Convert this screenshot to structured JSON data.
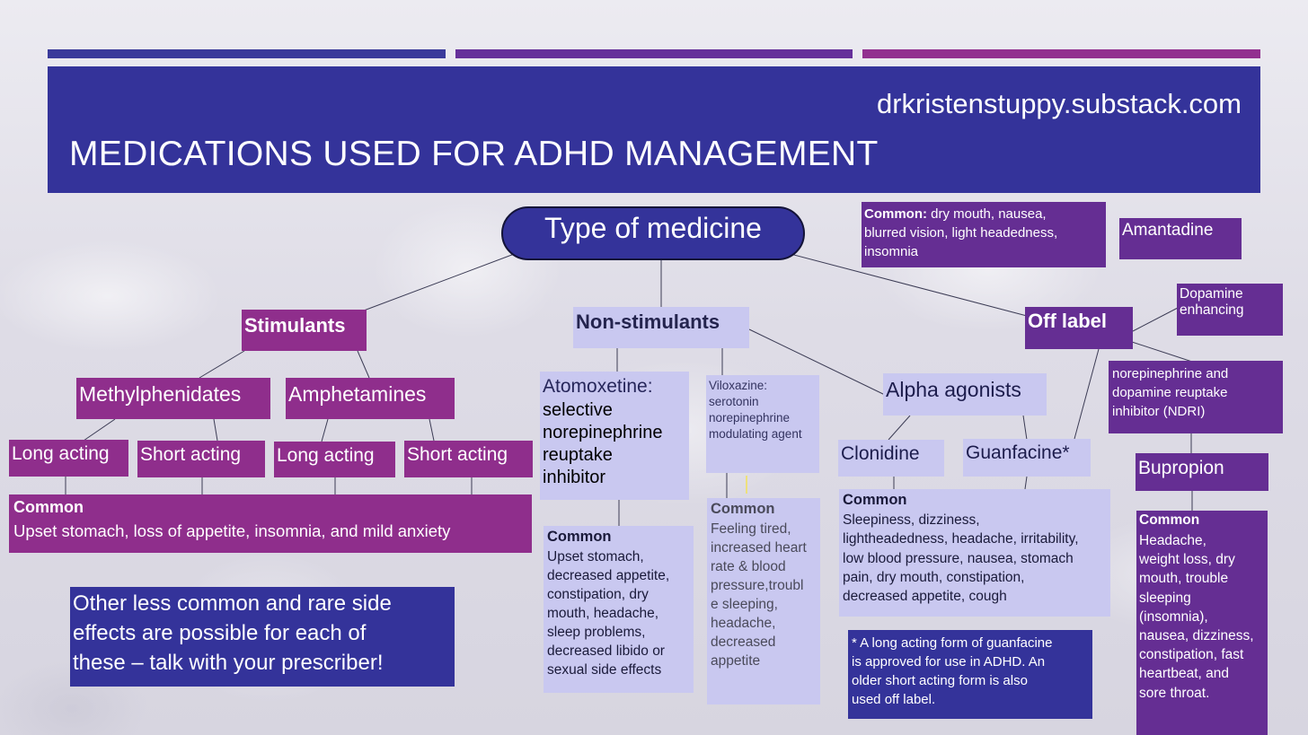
{
  "header": {
    "url": "drkristenstuppy.substack.com",
    "title": "MEDICATIONS USED FOR ADHD MANAGEMENT"
  },
  "root": "Type of medicine",
  "stimulants": {
    "label": "Stimulants",
    "methylphenidates": "Methylphenidates",
    "amphetamines": "Amphetamines",
    "long_acting": "Long acting",
    "short_acting": "Short acting",
    "common_title": "Common",
    "common_text": "Upset stomach, loss of appetite, insomnia, and mild anxiety"
  },
  "non_stimulants": {
    "label": "Non-stimulants",
    "atomoxetine_title": "Atomoxetine:",
    "atomoxetine_desc": "selective\nnorepinephrine\nreuptake\ninhibitor",
    "atomoxetine_common_title": "Common",
    "atomoxetine_common_text": "Upset stomach,\ndecreased appetite,\nconstipation, dry\nmouth, headache,\nsleep problems,\ndecreased libido or\nsexual side effects",
    "viloxazine": "Viloxazine:\nserotonin\nnorepinephrine\nmodulating agent",
    "viloxazine_common_title": "Common",
    "viloxazine_common_text": "Feeling tired,\nincreased heart\nrate & blood\npressure,troubl\ne sleeping,\nheadache,\ndecreased\nappetite",
    "alpha_agonists": "Alpha agonists",
    "clonidine": "Clonidine",
    "guanfacine": "Guanfacine*",
    "alpha_common_title": "Common",
    "alpha_common_text": "Sleepiness, dizziness,\nlightheadedness, headache, irritability,\nlow blood pressure, nausea, stomach\npain, dry mouth, constipation,\ndecreased appetite, cough",
    "guanfacine_note": "* A long acting form of guanfacine\nis approved for use in ADHD.  An\nolder short acting form is also\nused off label."
  },
  "off_label": {
    "label": "Off label",
    "amantadine": "Amantadine",
    "amantadine_common_title": "Common:",
    "amantadine_common_text": " dry mouth, nausea,\nblurred vision, light headedness,\ninsomnia",
    "dopamine": "Dopamine\nenhancing",
    "ndri": "norepinephrine and\ndopamine reuptake\ninhibitor (NDRI)",
    "bupropion": "Bupropion",
    "bupropion_common_title": "Common",
    "bupropion_common_text": "Headache,\nweight loss, dry\nmouth, trouble\nsleeping\n(insomnia),\nnausea, dizziness,\nconstipation, fast\nheartbeat, and\nsore throat."
  },
  "footnote": "Other less common and rare side\neffects are possible for each of\nthese – talk with your prescriber!",
  "colors": {
    "header": "#34339a",
    "stimulant": "#8f2e8c",
    "non_stimulant": "#c9c8f0",
    "off_label": "#652e93",
    "bar1": "#3a3a9b",
    "bar2": "#66309a",
    "bar3": "#92308f"
  }
}
